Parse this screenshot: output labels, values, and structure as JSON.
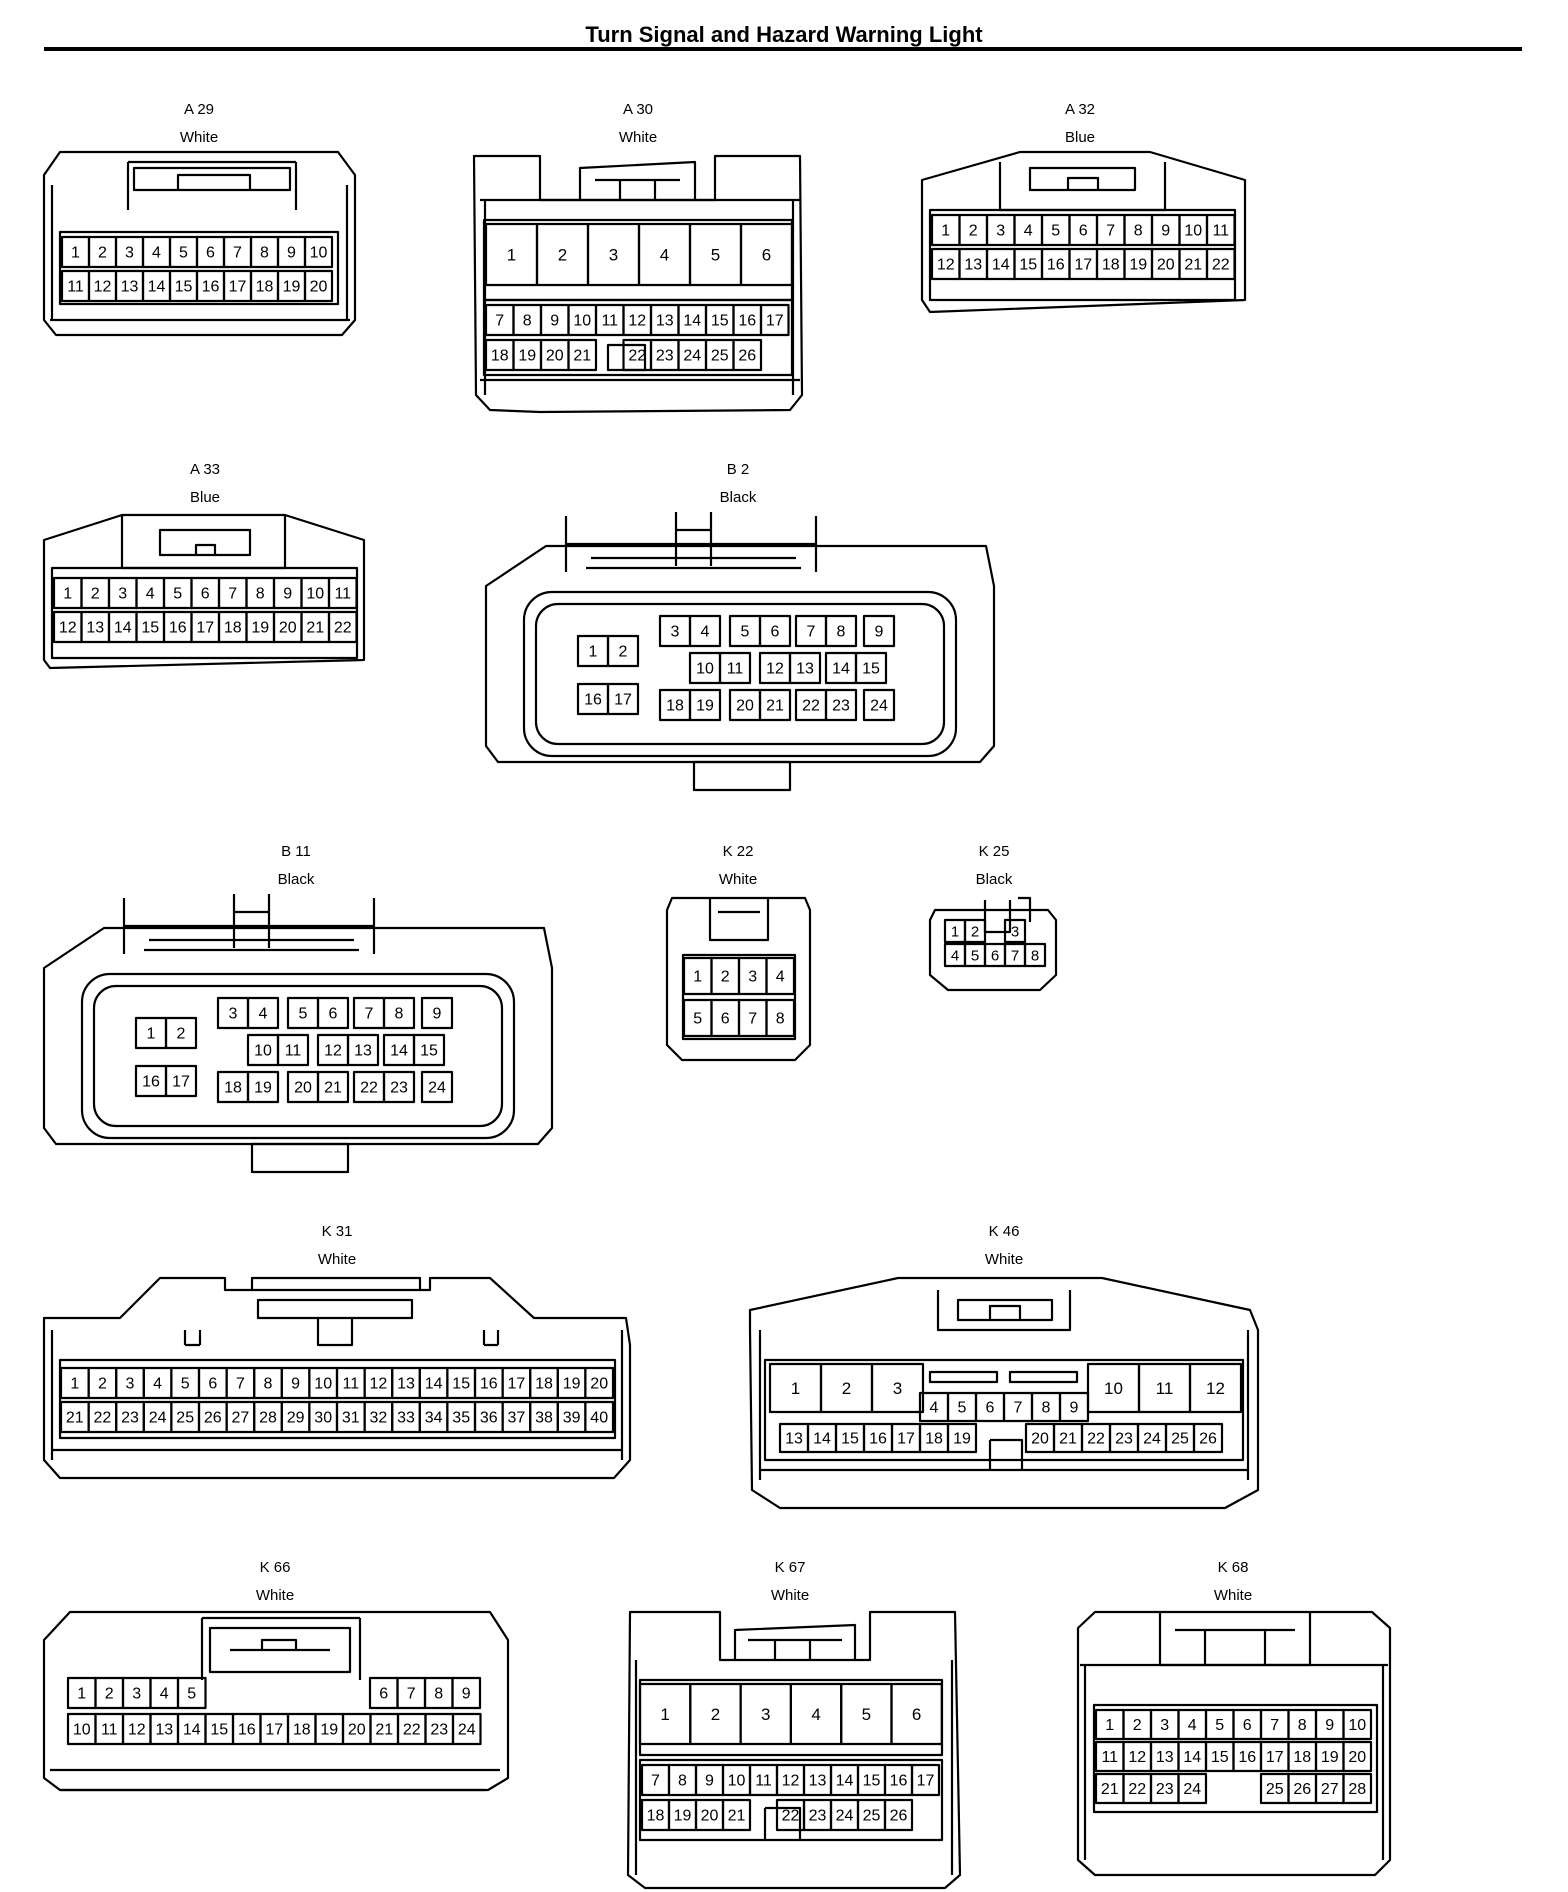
{
  "page": {
    "title": "Turn Signal and Hazard Warning Light"
  },
  "connectors": [
    {
      "id": "A 29",
      "color": "White",
      "rows": [
        [
          "1",
          "2",
          "3",
          "4",
          "5",
          "6",
          "7",
          "8",
          "9",
          "10"
        ],
        [
          "11",
          "12",
          "13",
          "14",
          "15",
          "16",
          "17",
          "18",
          "19",
          "20"
        ]
      ]
    },
    {
      "id": "A 30",
      "color": "White",
      "top_row": [
        "1",
        "2",
        "3",
        "4",
        "5",
        "6"
      ],
      "rows": [
        [
          "7",
          "8",
          "9",
          "10",
          "11",
          "12",
          "13",
          "14",
          "15",
          "16",
          "17"
        ],
        [
          "18",
          "19",
          "20",
          "21",
          "",
          "22",
          "23",
          "24",
          "25",
          "26"
        ]
      ]
    },
    {
      "id": "A 32",
      "color": "Blue",
      "rows": [
        [
          "1",
          "2",
          "3",
          "4",
          "5",
          "6",
          "7",
          "8",
          "9",
          "10",
          "11"
        ],
        [
          "12",
          "13",
          "14",
          "15",
          "16",
          "17",
          "18",
          "19",
          "20",
          "21",
          "22"
        ]
      ]
    },
    {
      "id": "A 33",
      "color": "Blue",
      "rows": [
        [
          "1",
          "2",
          "3",
          "4",
          "5",
          "6",
          "7",
          "8",
          "9",
          "10",
          "11"
        ],
        [
          "12",
          "13",
          "14",
          "15",
          "16",
          "17",
          "18",
          "19",
          "20",
          "21",
          "22"
        ]
      ]
    },
    {
      "id": "B 2",
      "color": "Black",
      "left_groups": [
        [
          "1",
          "2"
        ],
        [
          "16",
          "17"
        ]
      ],
      "groups": [
        [
          [
            "3",
            "4"
          ],
          [
            "5",
            "6"
          ],
          [
            "7",
            "8"
          ],
          [
            "9"
          ]
        ],
        [
          [
            "10",
            "11"
          ],
          [
            "12",
            "13"
          ],
          [
            "14",
            "15"
          ]
        ],
        [
          [
            "18",
            "19"
          ],
          [
            "20",
            "21"
          ],
          [
            "22",
            "23"
          ],
          [
            "24"
          ]
        ]
      ]
    },
    {
      "id": "B 11",
      "color": "Black",
      "left_groups": [
        [
          "1",
          "2"
        ],
        [
          "16",
          "17"
        ]
      ],
      "groups": [
        [
          [
            "3",
            "4"
          ],
          [
            "5",
            "6"
          ],
          [
            "7",
            "8"
          ],
          [
            "9"
          ]
        ],
        [
          [
            "10",
            "11"
          ],
          [
            "12",
            "13"
          ],
          [
            "14",
            "15"
          ]
        ],
        [
          [
            "18",
            "19"
          ],
          [
            "20",
            "21"
          ],
          [
            "22",
            "23"
          ],
          [
            "24"
          ]
        ]
      ]
    },
    {
      "id": "K 22",
      "color": "White",
      "rows": [
        [
          "1",
          "2",
          "3",
          "4"
        ],
        [
          "5",
          "6",
          "7",
          "8"
        ]
      ]
    },
    {
      "id": "K 25",
      "color": "Black",
      "rows": [
        [
          "1",
          "2",
          "",
          "3"
        ],
        [
          "4",
          "5",
          "6",
          "7",
          "8"
        ]
      ]
    },
    {
      "id": "K 31",
      "color": "White",
      "rows": [
        [
          "1",
          "2",
          "3",
          "4",
          "5",
          "6",
          "7",
          "8",
          "9",
          "10",
          "11",
          "12",
          "13",
          "14",
          "15",
          "16",
          "17",
          "18",
          "19",
          "20"
        ],
        [
          "21",
          "22",
          "23",
          "24",
          "25",
          "26",
          "27",
          "28",
          "29",
          "30",
          "31",
          "32",
          "33",
          "34",
          "35",
          "36",
          "37",
          "38",
          "39",
          "40"
        ]
      ]
    },
    {
      "id": "K 46",
      "color": "White",
      "top_left": [
        "1",
        "2",
        "3"
      ],
      "top_right": [
        "10",
        "11",
        "12"
      ],
      "mid_row": [
        "4",
        "5",
        "6",
        "7",
        "8",
        "9"
      ],
      "bottom_left": [
        "13",
        "14",
        "15",
        "16",
        "17",
        "18",
        "19"
      ],
      "bottom_right": [
        "20",
        "21",
        "22",
        "23",
        "24",
        "25",
        "26"
      ]
    },
    {
      "id": "K 66",
      "color": "White",
      "row1_left": [
        "1",
        "2",
        "3",
        "4",
        "5"
      ],
      "row1_right": [
        "6",
        "7",
        "8",
        "9"
      ],
      "row2": [
        "10",
        "11",
        "12",
        "13",
        "14",
        "15",
        "16",
        "17",
        "18",
        "19",
        "20",
        "21",
        "22",
        "23",
        "24"
      ]
    },
    {
      "id": "K 67",
      "color": "White",
      "top_row": [
        "1",
        "2",
        "3",
        "4",
        "5",
        "6"
      ],
      "rows": [
        [
          "7",
          "8",
          "9",
          "10",
          "11",
          "12",
          "13",
          "14",
          "15",
          "16",
          "17"
        ],
        [
          "18",
          "19",
          "20",
          "21",
          "",
          "22",
          "23",
          "24",
          "25",
          "26"
        ]
      ]
    },
    {
      "id": "K 68",
      "color": "White",
      "rows": [
        [
          "1",
          "2",
          "3",
          "4",
          "5",
          "6",
          "7",
          "8",
          "9",
          "10"
        ],
        [
          "11",
          "12",
          "13",
          "14",
          "15",
          "16",
          "17",
          "18",
          "19",
          "20"
        ],
        [
          "21",
          "22",
          "23",
          "24",
          "",
          "",
          "25",
          "26",
          "27",
          "28"
        ]
      ]
    }
  ]
}
